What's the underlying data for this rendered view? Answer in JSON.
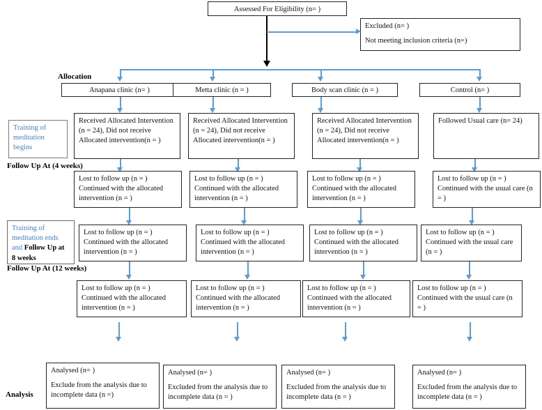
{
  "diagram": {
    "title": "CONSORT participant flow diagram",
    "accent_color": "#5b9bd5",
    "label_color": "#4a7ebb"
  },
  "top": {
    "assessed": "Assessed For Eligibility (n=    )",
    "excluded_line1": "Excluded (n=   )",
    "excluded_line2": "Not meeting inclusion criteria (n=)"
  },
  "stage_labels": {
    "allocation": "Allocation",
    "followup4": "Follow Up At (4 weeks)",
    "followup12": "Follow Up At (12 weeks)",
    "analysis": "Analysis"
  },
  "side_labels": {
    "training_begins": "Training of meditation begins",
    "training_ends_blue": "Training of meditation ends and ",
    "training_ends_bold": "Follow Up at 8 weeks"
  },
  "allocation": [
    {
      "label": "Anapana clinic (n= )"
    },
    {
      "label": "Metta clinic (n =  )"
    },
    {
      "label": "Body scan clinic (n = )"
    },
    {
      "label": "Control  (n=   )"
    }
  ],
  "received": [
    {
      "text": "Received Allocated Intervention (n = 24), Did not receive Allocated intervention(n =    )"
    },
    {
      "text": "Received Allocated Intervention (n = 24), Did not receive Allocated intervention(n =    )"
    },
    {
      "text": "Received Allocated Intervention (n = 24), Did not receive Allocated intervention(n =    )"
    },
    {
      "text": "Followed Usual care (n= 24)"
    }
  ],
  "followup_4weeks": [
    {
      "line1": "Lost to follow up (n = )",
      "line2": "Continued with the allocated intervention (n =  )"
    },
    {
      "line1": "Lost to follow up (n = )",
      "line2": "Continued with the allocated intervention (n =  )"
    },
    {
      "line1": "Lost to follow up (n = )",
      "line2": "Continued with the allocated intervention (n =  )"
    },
    {
      "line1": "Lost to follow up (n = )",
      "line2": "Continued with the usual care (n =  )"
    }
  ],
  "followup_8weeks": [
    {
      "line1": "Lost to follow up (n = )",
      "line2": "Continued with the allocated intervention (n =  )"
    },
    {
      "line1": "Lost to follow up (n = )",
      "line2": "Continued with the allocated intervention (n =  )"
    },
    {
      "line1": "Lost to follow up (n = )",
      "line2": "Continued with the allocated intervention (n =  )"
    },
    {
      "line1": "Lost to follow up (n = )",
      "line2": "Continued with the usual care  (n =  )"
    }
  ],
  "followup_12weeks": [
    {
      "line1": "Lost to follow up (n = )",
      "line2": "Continued with the allocated intervention (n =  )"
    },
    {
      "line1": "Lost to follow up (n = )",
      "line2": "Continued with the allocated intervention (n =  )"
    },
    {
      "line1": "Lost to follow up (n = )",
      "line2": "Continued with the allocated intervention (n =  )"
    },
    {
      "line1": "Lost to follow up (n = )",
      "line2": "Continued with the usual care (n =  )"
    }
  ],
  "analysis": [
    {
      "line1": "Analysed (n= )",
      "line2": "Exclude from the analysis  due to incomplete data (n =)"
    },
    {
      "line1": "Analysed (n= )",
      "line2": "Excluded from the analysis due to incomplete data (n = )"
    },
    {
      "line1": "Analysed (n= )",
      "line2": "Excluded from the analysis due to incomplete data (n =   )"
    },
    {
      "line1": "Analysed (n= )",
      "line2": "Excluded from the analysis due to incomplete data (n = )"
    }
  ]
}
